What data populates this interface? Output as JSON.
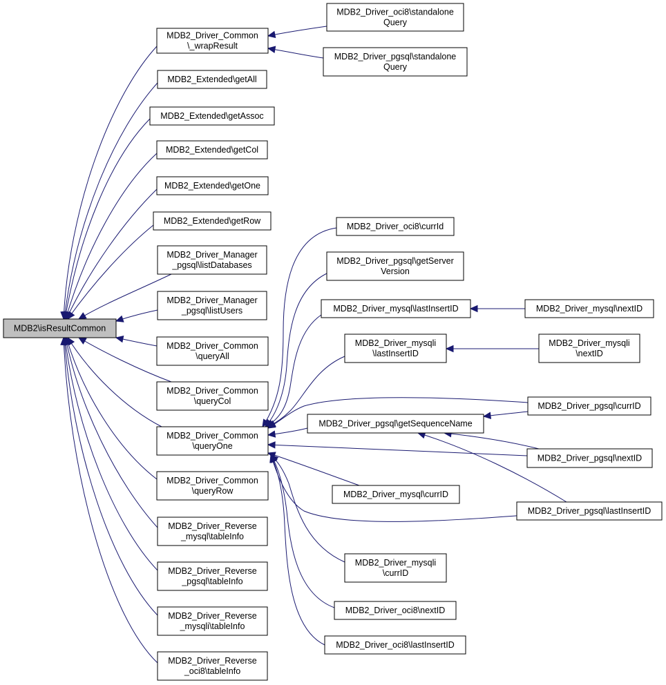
{
  "title": "",
  "colors": {
    "edge": "#191970",
    "node_border": "#000000",
    "root_fill": "#bfbfbf",
    "node_fill": "#ffffff"
  },
  "nodes": [
    {
      "id": "root",
      "lines": [
        "MDB2\\isResultCommon"
      ],
      "root": true
    },
    {
      "id": "wrapResult",
      "lines": [
        "MDB2_Driver_Common",
        "\\_wrapResult"
      ]
    },
    {
      "id": "getAll",
      "lines": [
        "MDB2_Extended\\getAll"
      ]
    },
    {
      "id": "getAssoc",
      "lines": [
        "MDB2_Extended\\getAssoc"
      ]
    },
    {
      "id": "getCol",
      "lines": [
        "MDB2_Extended\\getCol"
      ]
    },
    {
      "id": "getOne",
      "lines": [
        "MDB2_Extended\\getOne"
      ]
    },
    {
      "id": "getRow",
      "lines": [
        "MDB2_Extended\\getRow"
      ]
    },
    {
      "id": "listDatabases",
      "lines": [
        "MDB2_Driver_Manager",
        "_pgsql\\listDatabases"
      ]
    },
    {
      "id": "listUsers",
      "lines": [
        "MDB2_Driver_Manager",
        "_pgsql\\listUsers"
      ]
    },
    {
      "id": "queryAll",
      "lines": [
        "MDB2_Driver_Common",
        "\\queryAll"
      ]
    },
    {
      "id": "queryCol",
      "lines": [
        "MDB2_Driver_Common",
        "\\queryCol"
      ]
    },
    {
      "id": "queryOne",
      "lines": [
        "MDB2_Driver_Common",
        "\\queryOne"
      ]
    },
    {
      "id": "queryRow",
      "lines": [
        "MDB2_Driver_Common",
        "\\queryRow"
      ]
    },
    {
      "id": "revMysql",
      "lines": [
        "MDB2_Driver_Reverse",
        "_mysql\\tableInfo"
      ]
    },
    {
      "id": "revPgsql",
      "lines": [
        "MDB2_Driver_Reverse",
        "_pgsql\\tableInfo"
      ]
    },
    {
      "id": "revMysqli",
      "lines": [
        "MDB2_Driver_Reverse",
        "_mysqli\\tableInfo"
      ]
    },
    {
      "id": "revOci8",
      "lines": [
        "MDB2_Driver_Reverse",
        "_oci8\\tableInfo"
      ]
    },
    {
      "id": "oci8Standalone",
      "lines": [
        "MDB2_Driver_oci8\\standalone",
        "Query"
      ]
    },
    {
      "id": "pgsqlStandalone",
      "lines": [
        "MDB2_Driver_pgsql\\standalone",
        "Query"
      ]
    },
    {
      "id": "oci8CurrId",
      "lines": [
        "MDB2_Driver_oci8\\currId"
      ]
    },
    {
      "id": "pgsqlGetServerVersion",
      "lines": [
        "MDB2_Driver_pgsql\\getServer",
        "Version"
      ]
    },
    {
      "id": "mysqlLastInsertID",
      "lines": [
        "MDB2_Driver_mysql\\lastInsertID"
      ]
    },
    {
      "id": "mysqliLastInsertID",
      "lines": [
        "MDB2_Driver_mysqli",
        "\\lastInsertID"
      ]
    },
    {
      "id": "pgsqlGetSequenceName",
      "lines": [
        "MDB2_Driver_pgsql\\getSequenceName"
      ]
    },
    {
      "id": "mysqlCurrID",
      "lines": [
        "MDB2_Driver_mysql\\currID"
      ]
    },
    {
      "id": "mysqliCurrID",
      "lines": [
        "MDB2_Driver_mysqli",
        "\\currID"
      ]
    },
    {
      "id": "oci8NextID",
      "lines": [
        "MDB2_Driver_oci8\\nextID"
      ]
    },
    {
      "id": "oci8LastInsertID",
      "lines": [
        "MDB2_Driver_oci8\\lastInsertID"
      ]
    },
    {
      "id": "mysqlNextID",
      "lines": [
        "MDB2_Driver_mysql\\nextID"
      ]
    },
    {
      "id": "mysqliNextID",
      "lines": [
        "MDB2_Driver_mysqli",
        "\\nextID"
      ]
    },
    {
      "id": "pgsqlCurrID",
      "lines": [
        "MDB2_Driver_pgsql\\currID"
      ]
    },
    {
      "id": "pgsqlNextID",
      "lines": [
        "MDB2_Driver_pgsql\\nextID"
      ]
    },
    {
      "id": "pgsqlLastInsertID",
      "lines": [
        "MDB2_Driver_pgsql\\lastInsertID"
      ]
    }
  ],
  "edges": [
    {
      "from": "wrapResult",
      "to": "root"
    },
    {
      "from": "getAll",
      "to": "root"
    },
    {
      "from": "getAssoc",
      "to": "root"
    },
    {
      "from": "getCol",
      "to": "root"
    },
    {
      "from": "getOne",
      "to": "root"
    },
    {
      "from": "getRow",
      "to": "root"
    },
    {
      "from": "listDatabases",
      "to": "root"
    },
    {
      "from": "listUsers",
      "to": "root"
    },
    {
      "from": "queryAll",
      "to": "root"
    },
    {
      "from": "queryCol",
      "to": "root"
    },
    {
      "from": "queryOne",
      "to": "root"
    },
    {
      "from": "queryRow",
      "to": "root"
    },
    {
      "from": "revMysql",
      "to": "root"
    },
    {
      "from": "revPgsql",
      "to": "root"
    },
    {
      "from": "revMysqli",
      "to": "root"
    },
    {
      "from": "revOci8",
      "to": "root"
    },
    {
      "from": "oci8Standalone",
      "to": "wrapResult"
    },
    {
      "from": "pgsqlStandalone",
      "to": "wrapResult"
    },
    {
      "from": "oci8CurrId",
      "to": "queryOne"
    },
    {
      "from": "pgsqlGetServerVersion",
      "to": "queryOne"
    },
    {
      "from": "mysqlLastInsertID",
      "to": "queryOne"
    },
    {
      "from": "mysqliLastInsertID",
      "to": "queryOne"
    },
    {
      "from": "pgsqlCurrID",
      "to": "queryOne"
    },
    {
      "from": "pgsqlGetSequenceName",
      "to": "queryOne"
    },
    {
      "from": "pgsqlNextID",
      "to": "queryOne"
    },
    {
      "from": "mysqlCurrID",
      "to": "queryOne"
    },
    {
      "from": "pgsqlLastInsertID",
      "to": "queryOne"
    },
    {
      "from": "mysqliCurrID",
      "to": "queryOne"
    },
    {
      "from": "oci8NextID",
      "to": "queryOne"
    },
    {
      "from": "oci8LastInsertID",
      "to": "queryOne"
    },
    {
      "from": "mysqlNextID",
      "to": "mysqlLastInsertID"
    },
    {
      "from": "mysqliNextID",
      "to": "mysqliLastInsertID"
    },
    {
      "from": "pgsqlCurrID",
      "to": "pgsqlGetSequenceName"
    },
    {
      "from": "pgsqlNextID",
      "to": "pgsqlGetSequenceName"
    },
    {
      "from": "pgsqlLastInsertID",
      "to": "pgsqlGetSequenceName"
    }
  ]
}
